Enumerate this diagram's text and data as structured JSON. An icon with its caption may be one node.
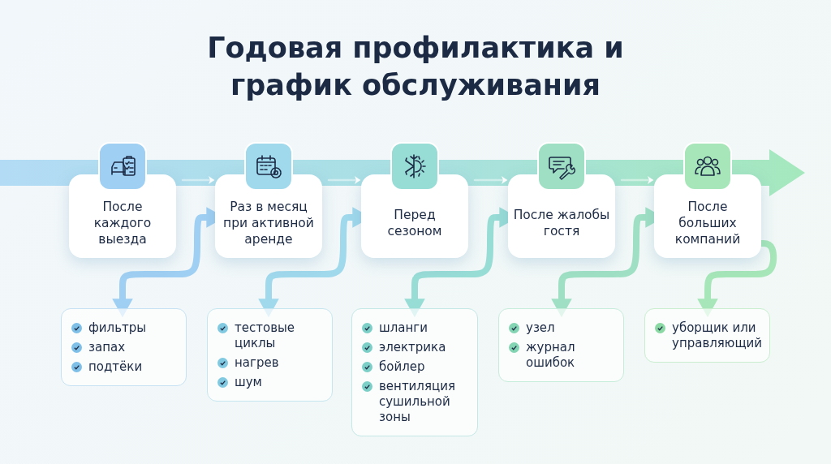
{
  "diagram": {
    "title": "Годовая профилактика и график обслуживания",
    "nodes": [
      {
        "text": [
          "После каждого выезда"
        ]
      },
      {
        "text": [
          "Раз в месяц при активной аренде"
        ]
      },
      {
        "text": [
          "Перед сезоном"
        ]
      },
      {
        "text": [
          "После жалобы гостя"
        ]
      },
      {
        "text": [
          "После больших компаний"
        ]
      },
      {
        "text": [
          "фильтры",
          "запах",
          "подтёки"
        ]
      },
      {
        "text": [
          "тестовые циклы",
          "нагрев",
          "шум"
        ]
      },
      {
        "text": [
          "шланги",
          "электрика",
          "бойлер",
          "вентиляция сушильной зоны"
        ]
      },
      {
        "text": [
          "узел",
          "журнал ошибок"
        ]
      },
      {
        "text": [
          "уборщик или управляющий"
        ]
      }
    ],
    "edges": [
      {
        "from": 0,
        "to": 1,
        "arrow": "to",
        "color": "#ffffff"
      },
      {
        "from": 1,
        "to": 2,
        "arrow": "to",
        "color": "#ffffff"
      },
      {
        "from": 2,
        "to": 3,
        "arrow": "to",
        "color": "#ffffff"
      },
      {
        "from": 3,
        "to": 4,
        "arrow": "to",
        "color": "#ffffff"
      },
      {
        "from": 5,
        "to": 1,
        "arrow": "both",
        "color": "#9fcff2"
      },
      {
        "from": 6,
        "to": 2,
        "arrow": "both",
        "color": "#a0d8ec"
      },
      {
        "from": 7,
        "to": 3,
        "arrow": "both",
        "color": "#98dcd6"
      },
      {
        "from": 8,
        "to": 4,
        "arrow": "both",
        "color": "#9fe0c4"
      },
      {
        "from": 4,
        "to": 9,
        "arrow": "to",
        "color": "#a6e6b8"
      }
    ]
  }
}
